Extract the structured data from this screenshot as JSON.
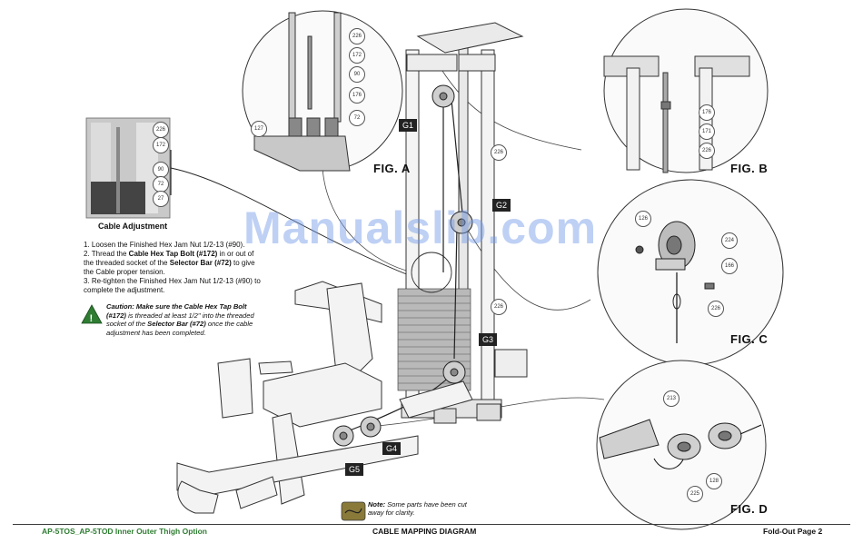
{
  "figures": {
    "a_label": "FIG. A",
    "b_label": "FIG. B",
    "c_label": "FIG. C",
    "d_label": "FIG. D"
  },
  "callouts": {
    "fig_a": [
      "226",
      "172",
      "90",
      "176",
      "72",
      "127"
    ],
    "fig_b": [
      "176",
      "171",
      "226"
    ],
    "fig_c": [
      "126",
      "224",
      "166",
      "226"
    ],
    "fig_d": [
      "213",
      "128",
      "225"
    ],
    "photo": [
      "226",
      "172",
      "90",
      "72",
      "27"
    ],
    "main": [
      "226",
      "226"
    ]
  },
  "cable_tags": [
    "G1",
    "G2",
    "G3",
    "G4",
    "G5"
  ],
  "adjustment": {
    "title": "Cable Adjustment",
    "step1": "1. Loosen the Finished Hex Jam Nut 1/2-13 (#90).",
    "step2_a": "2. Thread  the ",
    "step2_b": "Cable Hex Tap Bolt (#172)",
    "step2_c": " in or out of the threaded socket of the ",
    "step2_d": "Selector Bar (#72)",
    "step2_e": " to give the Cable proper tension.",
    "step3": "3. Re-tighten the Finished Hex Jam Nut 1/2-13 (#90) to complete the adjustment.",
    "caution_a": "Caution: Make sure the ",
    "caution_b": "Cable Hex Tap Bolt (#172)",
    "caution_c": " is threaded at least 1/2\" into the threaded socket of the ",
    "caution_d": "Selector Bar (#72)",
    "caution_e": " once the cable adjustment has been completed."
  },
  "note": {
    "label": "Note:",
    "text": "Some parts have been cut away for clarity."
  },
  "watermark": "Manualslib.com",
  "footer": {
    "left": "AP-5TOS_AP-5TOD  Inner Outer Thigh Option",
    "center": "CABLE MAPPING DIAGRAM",
    "right": "Fold-Out Page 2"
  },
  "colors": {
    "footer_line": "#3a3a3a",
    "left_footer_text": "#2e7d32",
    "caution_icon": "#2e7d32",
    "watermark": "#6e96e6"
  }
}
